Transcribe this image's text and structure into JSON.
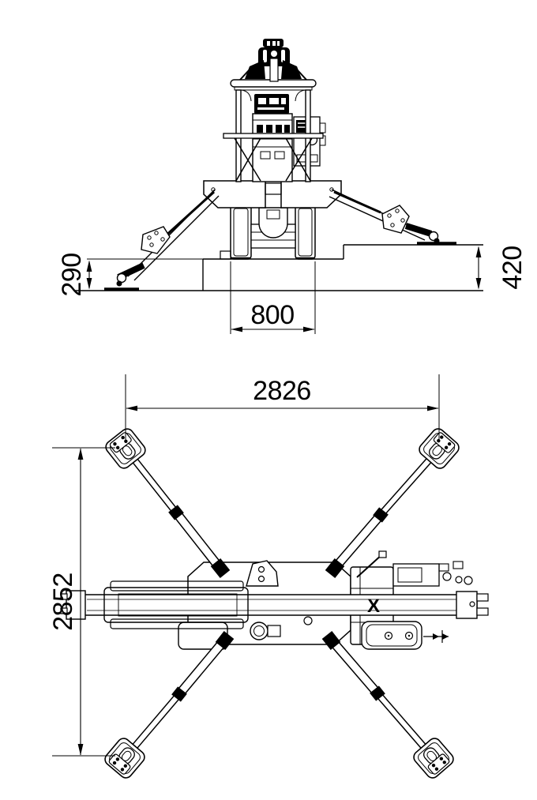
{
  "page": {
    "background": "#ffffff",
    "line_color": "#000000",
    "content": "technical dimension drawing, front elevation and plan view of tracked spider crane on outriggers"
  },
  "front_view": {
    "dim_left_step": "290",
    "dim_right_step": "420",
    "dim_track_width": "800"
  },
  "plan_view": {
    "dim_outrigger_width": "2826",
    "dim_outrigger_length": "2852",
    "boom_mark": "X"
  }
}
